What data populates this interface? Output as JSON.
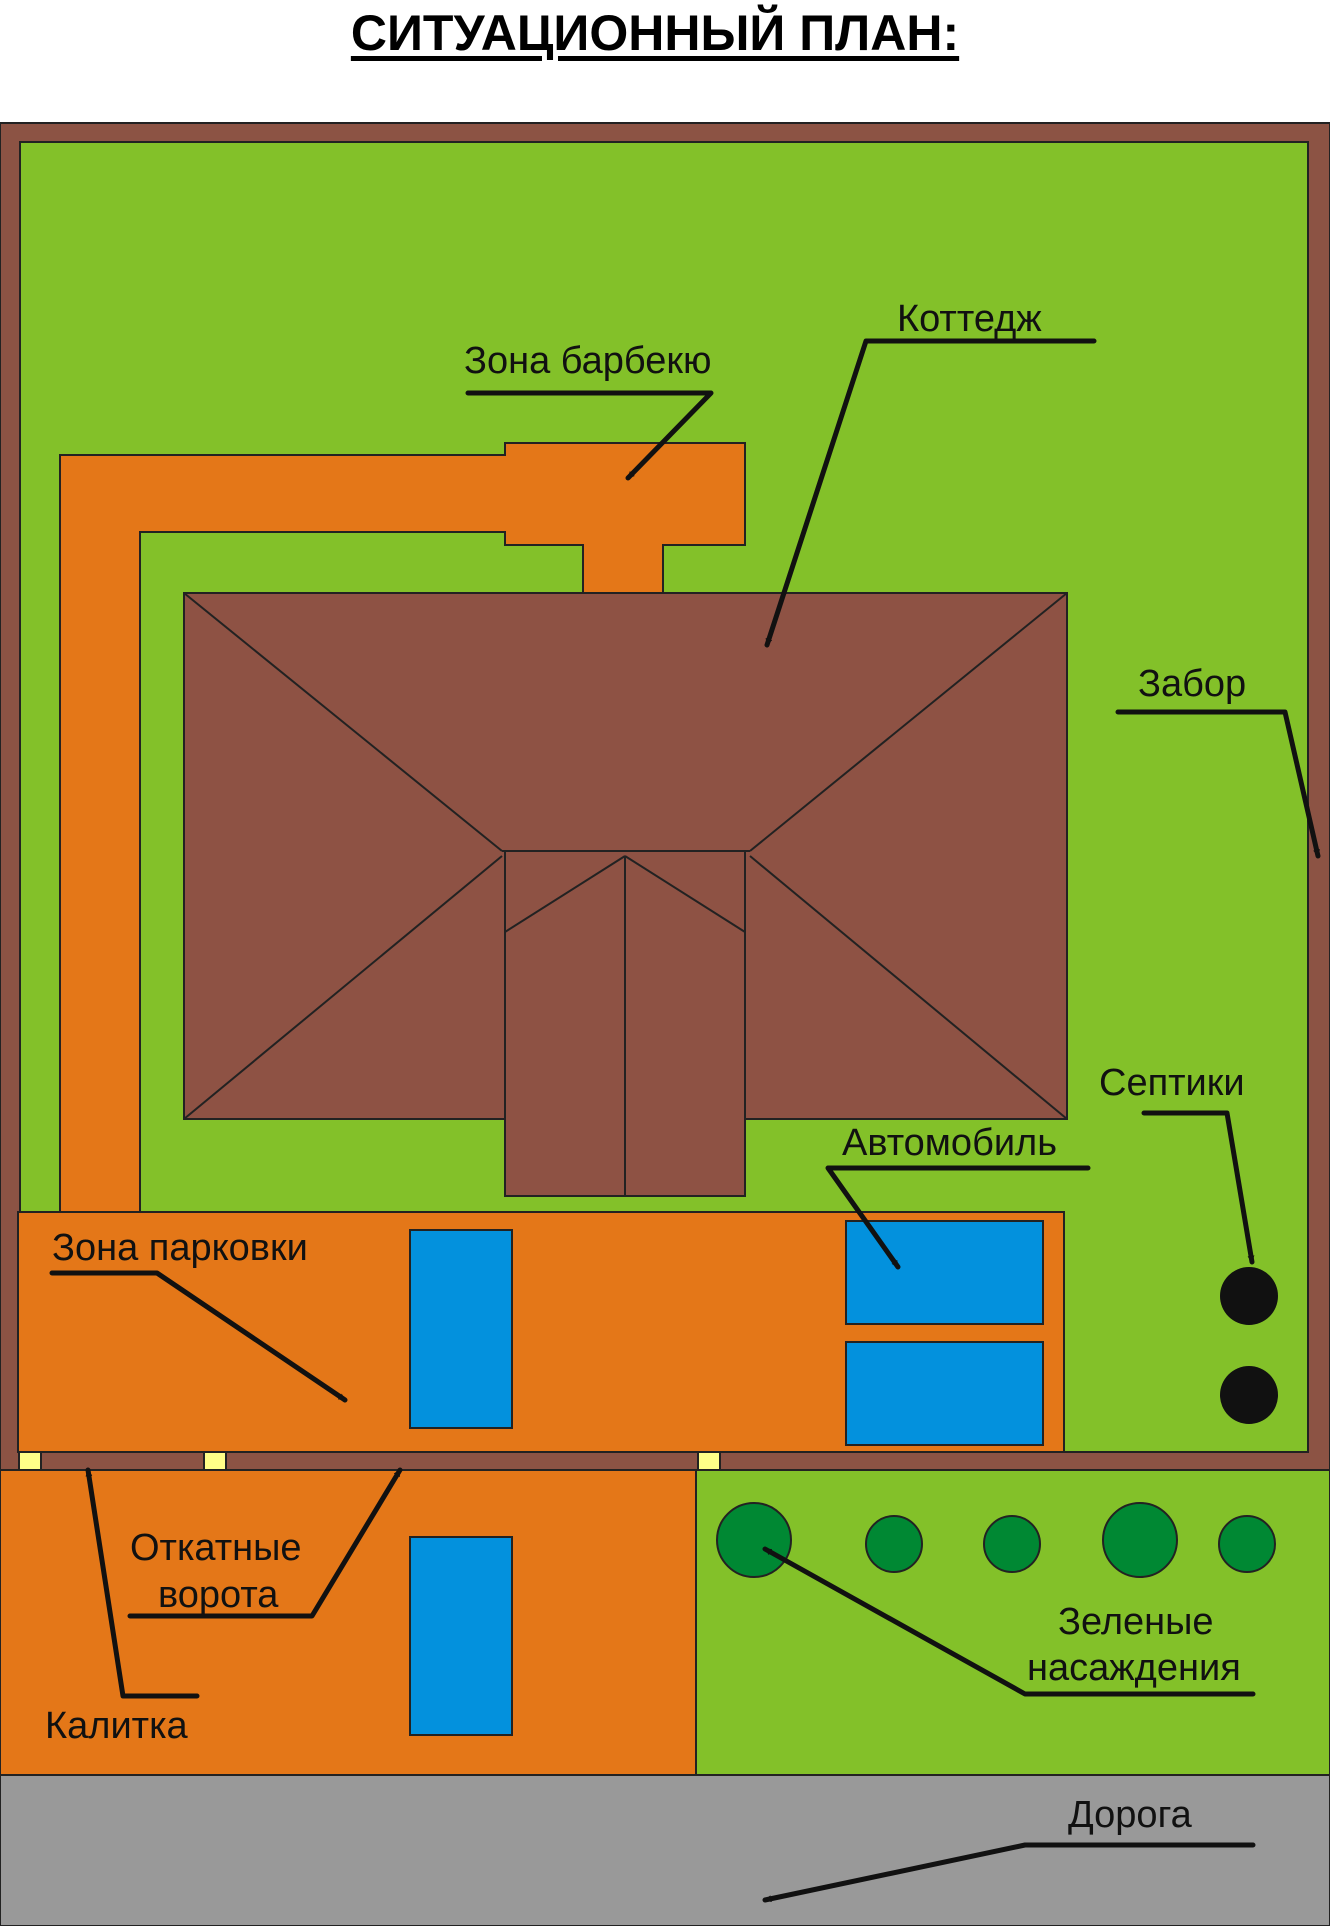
{
  "title": "СИТУАЦИОННЫЙ ПЛАН:",
  "colors": {
    "fence": "#8C5344",
    "lawn": "#83C129",
    "path": "#E47718",
    "house": "#8E5244",
    "car": "#0391DD",
    "tree": "#008833",
    "septic": "#111111",
    "road": "#999999",
    "gate": "#FFFF88"
  },
  "labels": {
    "bbq": "Зона барбекю",
    "cottage": "Коттедж",
    "fence": "Забор",
    "septic": "Септики",
    "car": "Автомобиль",
    "parking": "Зона парковки",
    "sliding_gate_1": "Откатные",
    "sliding_gate_2": "ворота",
    "wicket": "Калитка",
    "greenery_1": "Зеленые",
    "greenery_2": "насаждения",
    "road": "Дорога"
  }
}
